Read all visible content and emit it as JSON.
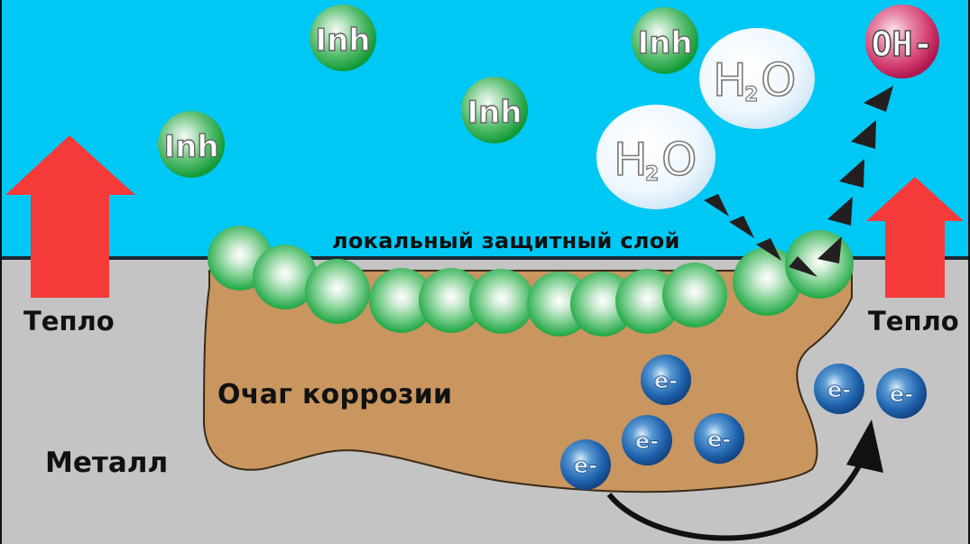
{
  "diagram": {
    "title": "Inhibitor protective layer over corrosion site",
    "labels": {
      "protective_layer": "локальный защитный слой",
      "heat_left": "Тепло",
      "heat_right": "Тепло",
      "corrosion_site": "Очаг коррозии",
      "metal": "Металл"
    },
    "molecules": {
      "inhibitor": "Inh",
      "water_h": "H",
      "water_sub": "2",
      "water_o": "O",
      "hydroxide": "OH-",
      "electron": "e-"
    },
    "counts": {
      "free_inhibitors": 4,
      "water_molecules": 2,
      "hydroxide_ions": 1,
      "electrons_in_pit": 4,
      "electrons_in_metal": 2,
      "layer_spheres": 12,
      "heat_arrows": 2
    },
    "colors": {
      "water": "#00c8f5",
      "metal": "#c4c4c4",
      "corrosion": "#c9965f",
      "heat_arrow": "#f53a3a",
      "inhibitor_green": "#1fa540",
      "electron_blue": "#1c5ea8",
      "hydroxide_pink": "#d0336a",
      "water_molecule": "#e6f3fb"
    }
  }
}
